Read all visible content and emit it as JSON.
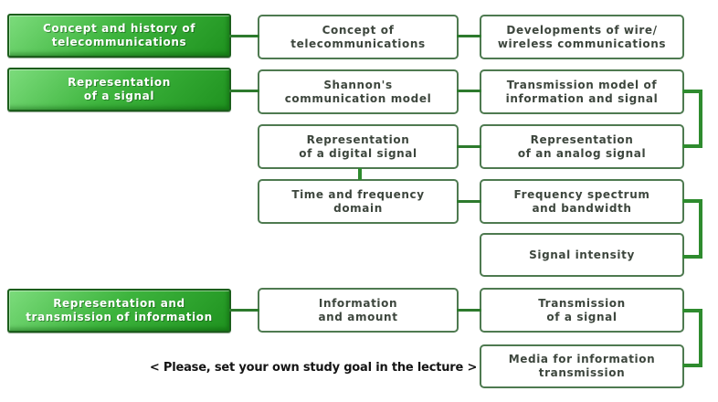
{
  "sections": {
    "concept_history": {
      "label": "Concept and history of\ntelecommunications"
    },
    "representation_signal": {
      "label": "Representation\nof a signal"
    },
    "representation_transmission": {
      "label": "Representation and\ntransmission of information"
    }
  },
  "topics": {
    "concept_of_telecommunications": {
      "label": "Concept of\ntelecommunications"
    },
    "developments_wire_wireless": {
      "label": "Developments of wire/\nwireless communications"
    },
    "shannons_communication_model": {
      "label": "Shannon's\ncommunication model"
    },
    "transmission_model": {
      "label": "Transmission model of\ninformation and signal"
    },
    "digital_signal": {
      "label": "Representation\nof a digital signal"
    },
    "analog_signal": {
      "label": "Representation\nof an analog signal"
    },
    "time_frequency_domain": {
      "label": "Time and frequency\ndomain"
    },
    "frequency_spectrum_bandwidth": {
      "label": "Frequency spectrum\nand bandwidth"
    },
    "signal_intensity": {
      "label": "Signal intensity"
    },
    "information_and_amount": {
      "label": "Information\nand amount"
    },
    "transmission_of_a_signal": {
      "label": "Transmission\nof a signal"
    },
    "media_for_information_transmission": {
      "label": "Media for information\ntransmission"
    }
  },
  "caption": "< Please, set your own study goal in the lecture >",
  "colors": {
    "accent_green": "#2e8b2e",
    "connector_green": "#2d7a2d",
    "box_border": "#4e7a50",
    "title_border": "#1b5e1b",
    "title_green_light": "#7cdc7c",
    "title_green_dark": "#1f921f",
    "box_text": "#3d463d"
  }
}
